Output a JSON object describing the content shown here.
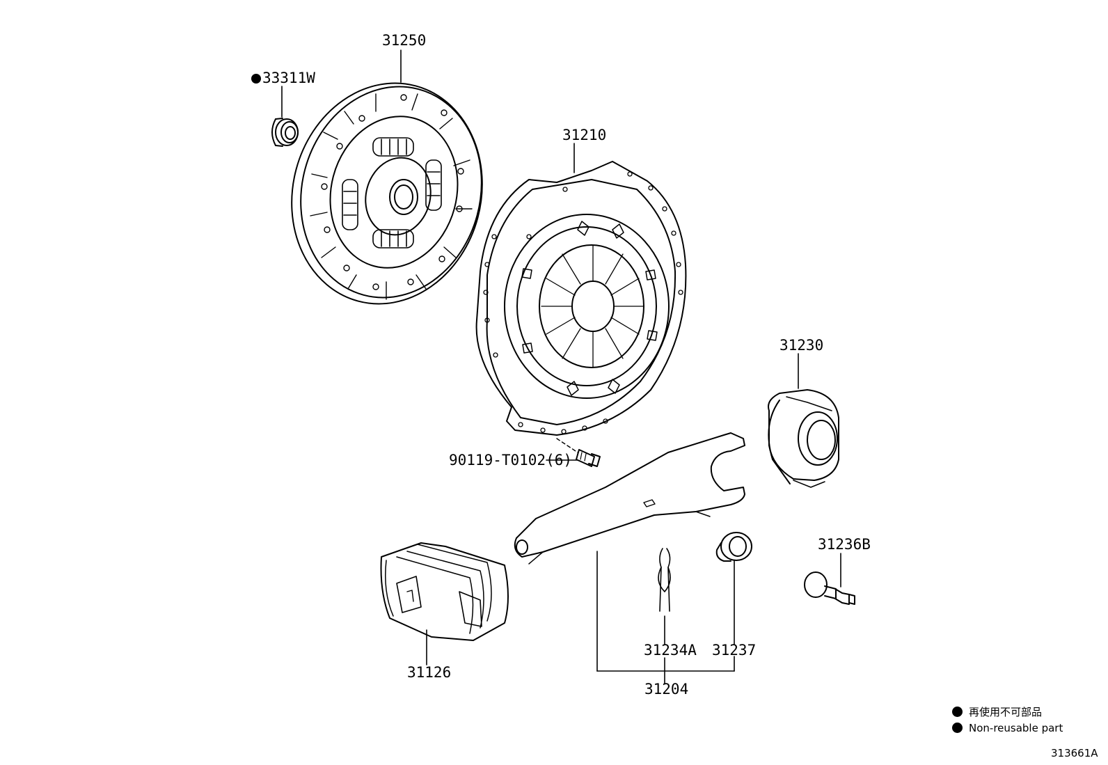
{
  "parts": {
    "p33311w": "33311W",
    "p31250": "31250",
    "p31210": "31210",
    "p31230": "31230",
    "p90119": "90119-T0102(6)",
    "p31236b": "31236B",
    "p31126": "31126",
    "p31234a": "31234A",
    "p31237": "31237",
    "p31204": "31204"
  },
  "legend": {
    "jp": "再使用不可部品",
    "en": "Non-reusable part"
  },
  "diagram_id": "313661A"
}
